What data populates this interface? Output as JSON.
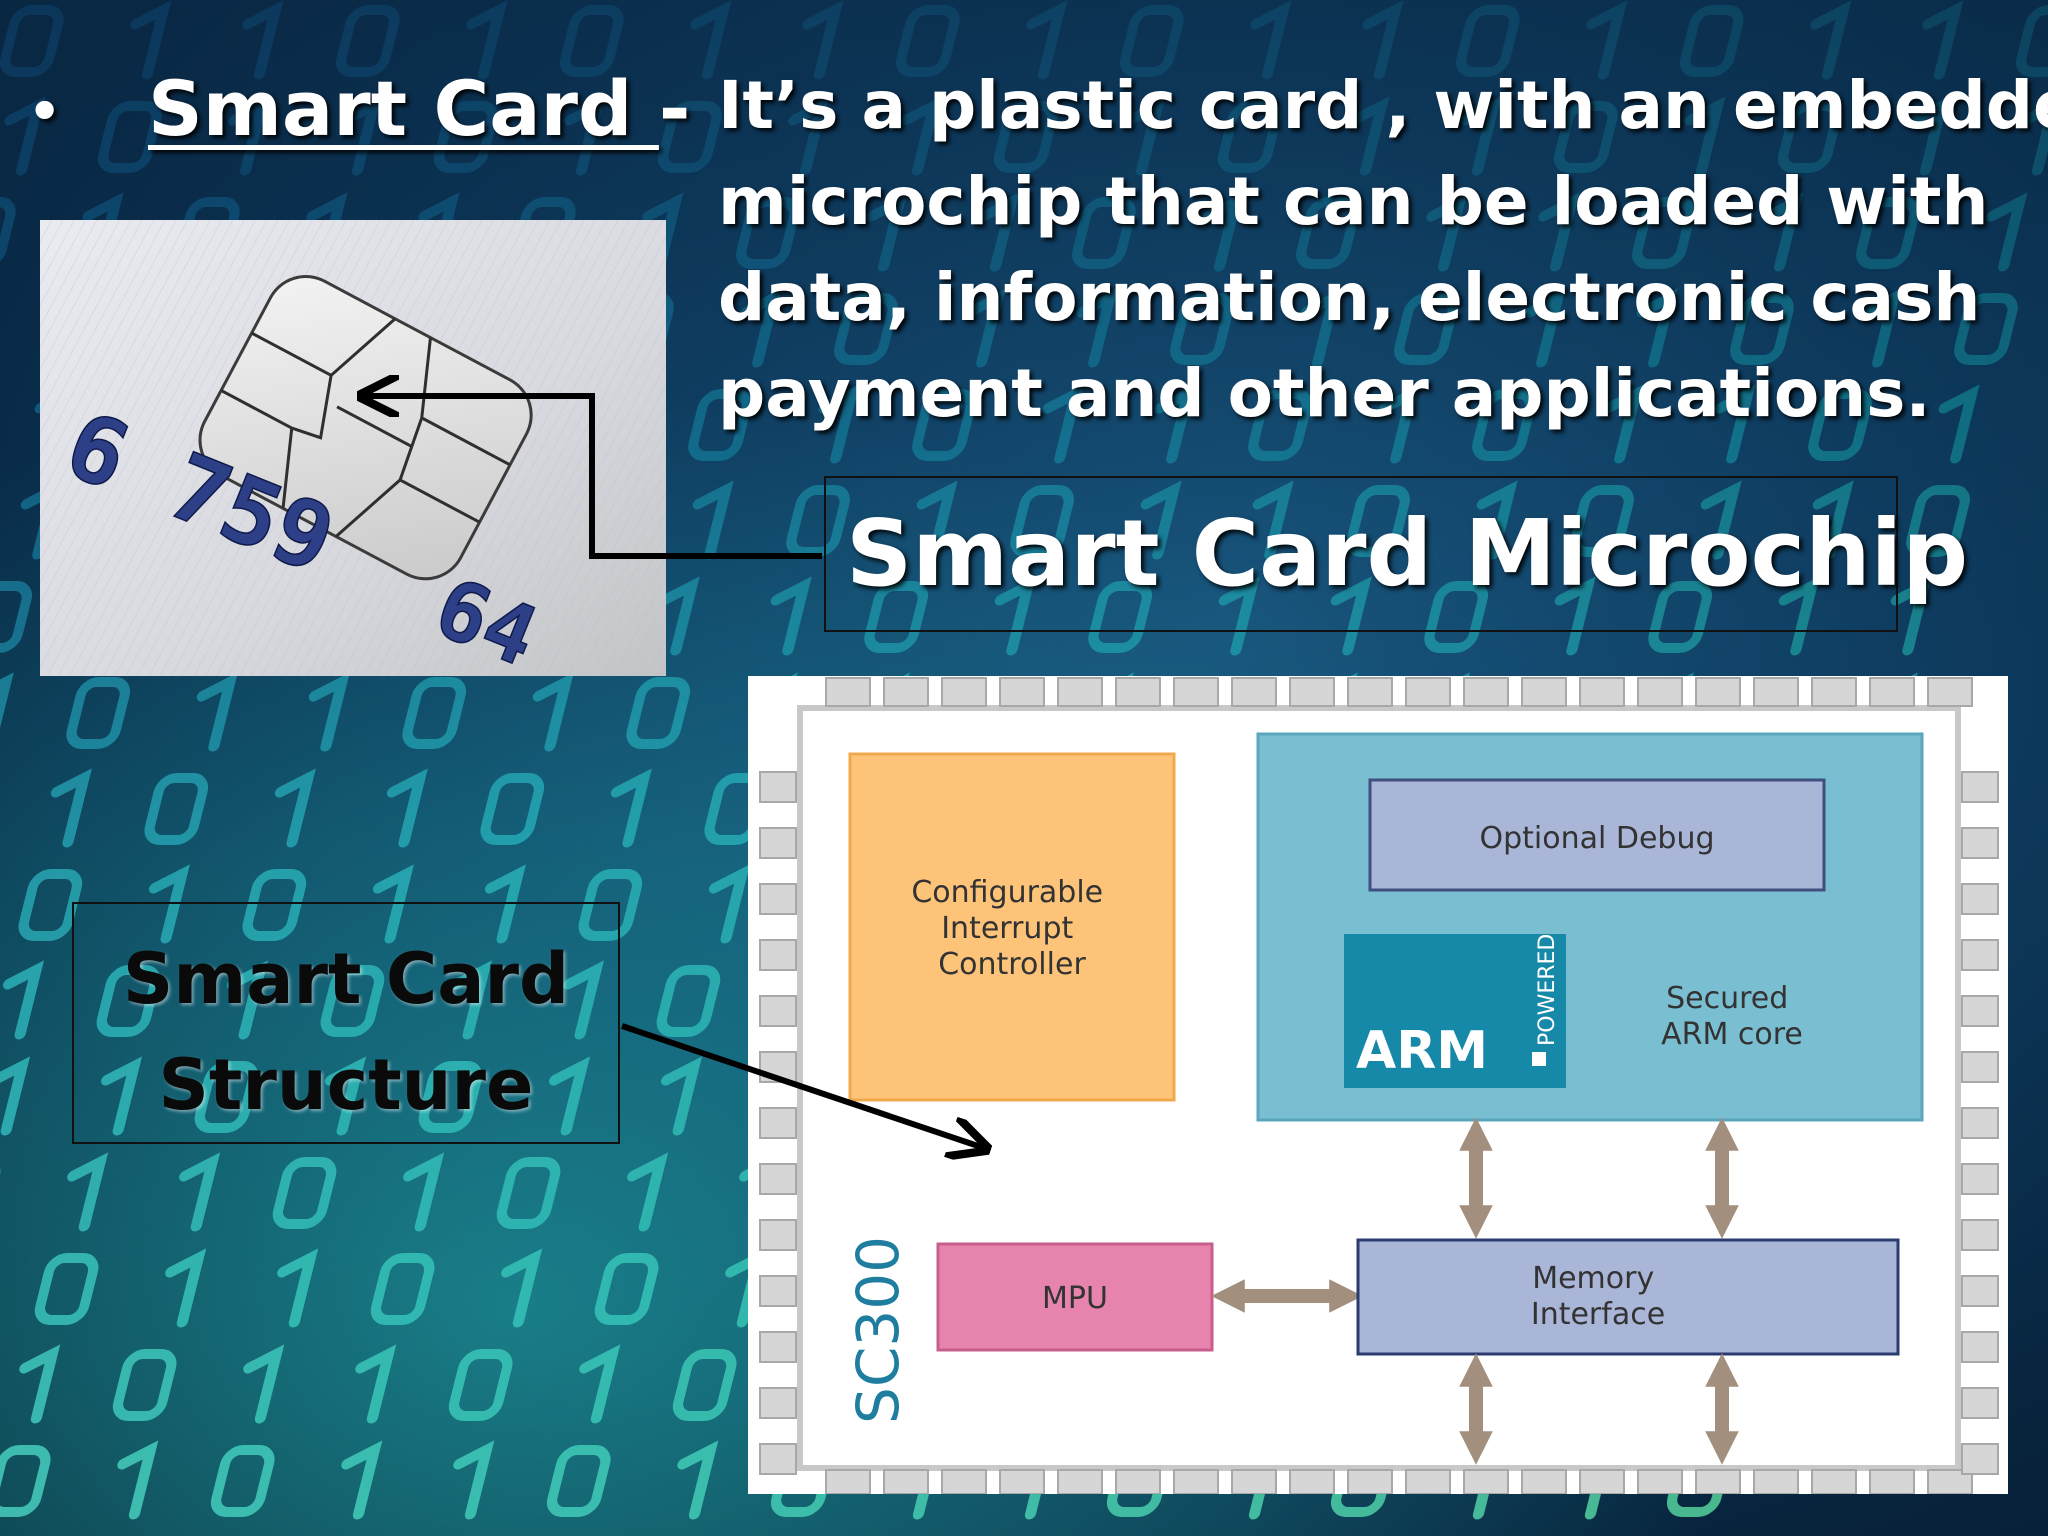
{
  "bullet": {
    "marker": "•",
    "term": "Smart Card ",
    "separator": "-",
    "description_lines": [
      "It’s a plastic card , with an embedded",
      "microchip that can be loaded with",
      "data, information, electronic cash",
      "payment and other applications."
    ]
  },
  "photo": {
    "card_numbers": [
      "6 759",
      "64"
    ]
  },
  "labels": {
    "microchip": "Smart Card Microchip",
    "structure_lines": [
      "Smart Card",
      "Structure"
    ]
  },
  "diagram": {
    "chip_name": "SC300",
    "interrupt_lines": [
      "Configurable",
      "Interrupt",
      "Controller"
    ],
    "debug": "Optional Debug",
    "arm_logo": "ARM",
    "arm_powered": "POWERED",
    "arm_core_lines": [
      "Secured",
      "ARM core"
    ],
    "mpu": "MPU",
    "memory_lines": [
      "Memory",
      "Interface"
    ]
  },
  "colors": {
    "interrupt_fill": "#fdc479",
    "arm_block_fill": "#7abfd1",
    "debug_fill": "#a9b6d8",
    "arm_logo_fill": "#1688a8",
    "mpu_fill": "#e784ae",
    "memory_fill": "#a9b6d8",
    "pin_fill": "#d6d6d6",
    "arrow_fill": "#a38f7e"
  }
}
